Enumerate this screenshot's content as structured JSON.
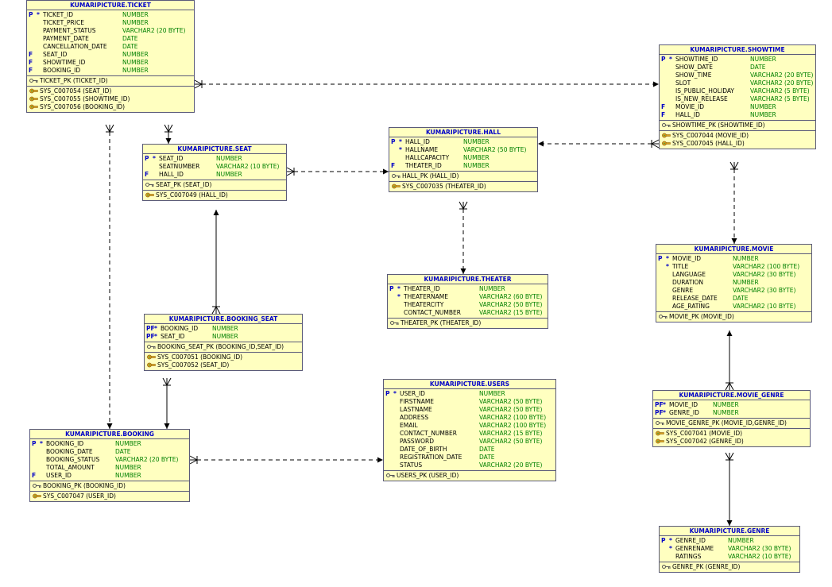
{
  "colors": {
    "entity_fill": "#ffffc0",
    "border": "#5a5a7a",
    "title": "#0000c8",
    "key_flag": "#0000c8",
    "column_name": "#000000",
    "data_type": "#008000",
    "relationship_line": "#000000"
  },
  "icons": {
    "primary_key": "key-icon",
    "foreign_key": "constraint-key-icon"
  },
  "entities": [
    {
      "id": "ticket",
      "title": "KUMARIPICTURE.TICKET",
      "columns": [
        {
          "key": "P",
          "req": "*",
          "name": "TICKET_ID",
          "type": "NUMBER"
        },
        {
          "key": "",
          "req": "",
          "name": "TICKET_PRICE",
          "type": "NUMBER"
        },
        {
          "key": "",
          "req": "",
          "name": "PAYMENT_STATUS",
          "type": "VARCHAR2 (20 BYTE)"
        },
        {
          "key": "",
          "req": "",
          "name": "PAYMENT_DATE",
          "type": "DATE"
        },
        {
          "key": "",
          "req": "",
          "name": "CANCELLATION_DATE",
          "type": "DATE"
        },
        {
          "key": "F",
          "req": "",
          "name": "SEAT_ID",
          "type": "NUMBER"
        },
        {
          "key": "F",
          "req": "",
          "name": "SHOWTIME_ID",
          "type": "NUMBER"
        },
        {
          "key": "F",
          "req": "",
          "name": "BOOKING_ID",
          "type": "NUMBER"
        }
      ],
      "pk": [
        "TICKET_PK (TICKET_ID)"
      ],
      "fks": [
        "SYS_C007054 (SEAT_ID)",
        "SYS_C007055 (SHOWTIME_ID)",
        "SYS_C007056 (BOOKING_ID)"
      ]
    },
    {
      "id": "showtime",
      "title": "KUMARIPICTURE.SHOWTIME",
      "columns": [
        {
          "key": "P",
          "req": "*",
          "name": "SHOWTIME_ID",
          "type": "NUMBER"
        },
        {
          "key": "",
          "req": "",
          "name": "SHOW_DATE",
          "type": "DATE"
        },
        {
          "key": "",
          "req": "",
          "name": "SHOW_TIME",
          "type": "VARCHAR2 (20 BYTE)"
        },
        {
          "key": "",
          "req": "",
          "name": "SLOT",
          "type": "VARCHAR2 (20 BYTE)"
        },
        {
          "key": "",
          "req": "",
          "name": "IS_PUBLIC_HOLIDAY",
          "type": "VARCHAR2 (5 BYTE)"
        },
        {
          "key": "",
          "req": "",
          "name": "IS_NEW_RELEASE",
          "type": "VARCHAR2 (5 BYTE)"
        },
        {
          "key": "F",
          "req": "",
          "name": "MOVIE_ID",
          "type": "NUMBER"
        },
        {
          "key": "F",
          "req": "",
          "name": "HALL_ID",
          "type": "NUMBER"
        }
      ],
      "pk": [
        "SHOWTIME_PK (SHOWTIME_ID)"
      ],
      "fks": [
        "SYS_C007044 (MOVIE_ID)",
        "SYS_C007045 (HALL_ID)"
      ]
    },
    {
      "id": "seat",
      "title": "KUMARIPICTURE.SEAT",
      "columns": [
        {
          "key": "P",
          "req": "*",
          "name": "SEAT_ID",
          "type": "NUMBER"
        },
        {
          "key": "",
          "req": "",
          "name": "SEATNUMBER",
          "type": "VARCHAR2 (10 BYTE)"
        },
        {
          "key": "F",
          "req": "",
          "name": "HALL_ID",
          "type": "NUMBER"
        }
      ],
      "pk": [
        "SEAT_PK (SEAT_ID)"
      ],
      "fks": [
        "SYS_C007049 (HALL_ID)"
      ]
    },
    {
      "id": "hall",
      "title": "KUMARIPICTURE.HALL",
      "columns": [
        {
          "key": "P",
          "req": "*",
          "name": "HALL_ID",
          "type": "NUMBER"
        },
        {
          "key": "",
          "req": "*",
          "name": "HALLNAME",
          "type": "VARCHAR2 (50 BYTE)"
        },
        {
          "key": "",
          "req": "",
          "name": "HALLCAPACITY",
          "type": "NUMBER"
        },
        {
          "key": "F",
          "req": "",
          "name": "THEATER_ID",
          "type": "NUMBER"
        }
      ],
      "pk": [
        "HALL_PK (HALL_ID)"
      ],
      "fks": [
        "SYS_C007035 (THEATER_ID)"
      ]
    },
    {
      "id": "theater",
      "title": "KUMARIPICTURE.THEATER",
      "columns": [
        {
          "key": "P",
          "req": "*",
          "name": "THEATER_ID",
          "type": "NUMBER"
        },
        {
          "key": "",
          "req": "*",
          "name": "THEATERNAME",
          "type": "VARCHAR2 (60 BYTE)"
        },
        {
          "key": "",
          "req": "",
          "name": "THEATERCITY",
          "type": "VARCHAR2 (50 BYTE)"
        },
        {
          "key": "",
          "req": "",
          "name": "CONTACT_NUMBER",
          "type": "VARCHAR2 (15 BYTE)"
        }
      ],
      "pk": [
        "THEATER_PK (THEATER_ID)"
      ],
      "fks": []
    },
    {
      "id": "movie",
      "title": "KUMARIPICTURE.MOVIE",
      "columns": [
        {
          "key": "P",
          "req": "*",
          "name": "MOVIE_ID",
          "type": "NUMBER"
        },
        {
          "key": "",
          "req": "*",
          "name": "TITLE",
          "type": "VARCHAR2 (100 BYTE)"
        },
        {
          "key": "",
          "req": "",
          "name": "LANGUAGE",
          "type": "VARCHAR2 (30 BYTE)"
        },
        {
          "key": "",
          "req": "",
          "name": "DURATION",
          "type": "NUMBER"
        },
        {
          "key": "",
          "req": "",
          "name": "GENRE",
          "type": "VARCHAR2 (30 BYTE)"
        },
        {
          "key": "",
          "req": "",
          "name": "RELEASE_DATE",
          "type": "DATE"
        },
        {
          "key": "",
          "req": "",
          "name": "AGE_RATING",
          "type": "VARCHAR2 (10 BYTE)"
        }
      ],
      "pk": [
        "MOVIE_PK (MOVIE_ID)"
      ],
      "fks": []
    },
    {
      "id": "booking_seat",
      "title": "KUMARIPICTURE.BOOKING_SEAT",
      "columns": [
        {
          "key": "PF",
          "req": "*",
          "name": "BOOKING_ID",
          "type": "NUMBER"
        },
        {
          "key": "PF",
          "req": "*",
          "name": "SEAT_ID",
          "type": "NUMBER"
        }
      ],
      "pk": [
        "BOOKING_SEAT_PK (BOOKING_ID,SEAT_ID)"
      ],
      "fks": [
        "SYS_C007051 (BOOKING_ID)",
        "SYS_C007052 (SEAT_ID)"
      ]
    },
    {
      "id": "users",
      "title": "KUMARIPICTURE.USERS",
      "columns": [
        {
          "key": "P",
          "req": "*",
          "name": "USER_ID",
          "type": "NUMBER"
        },
        {
          "key": "",
          "req": "",
          "name": "FIRSTNAME",
          "type": "VARCHAR2 (50 BYTE)"
        },
        {
          "key": "",
          "req": "",
          "name": "LASTNAME",
          "type": "VARCHAR2 (50 BYTE)"
        },
        {
          "key": "",
          "req": "",
          "name": "ADDRESS",
          "type": "VARCHAR2 (100 BYTE)"
        },
        {
          "key": "",
          "req": "",
          "name": "EMAIL",
          "type": "VARCHAR2 (100 BYTE)"
        },
        {
          "key": "",
          "req": "",
          "name": "CONTACT_NUMBER",
          "type": "VARCHAR2 (15 BYTE)"
        },
        {
          "key": "",
          "req": "",
          "name": "PASSWORD",
          "type": "VARCHAR2 (50 BYTE)"
        },
        {
          "key": "",
          "req": "",
          "name": "DATE_OF_BIRTH",
          "type": "DATE"
        },
        {
          "key": "",
          "req": "",
          "name": "REGISTRATION_DATE",
          "type": "DATE"
        },
        {
          "key": "",
          "req": "",
          "name": "STATUS",
          "type": "VARCHAR2 (20 BYTE)"
        }
      ],
      "pk": [
        "USERS_PK (USER_ID)"
      ],
      "fks": []
    },
    {
      "id": "booking",
      "title": "KUMARIPICTURE.BOOKING",
      "columns": [
        {
          "key": "P",
          "req": "*",
          "name": "BOOKING_ID",
          "type": "NUMBER"
        },
        {
          "key": "",
          "req": "",
          "name": "BOOKING_DATE",
          "type": "DATE"
        },
        {
          "key": "",
          "req": "",
          "name": "BOOKING_STATUS",
          "type": "VARCHAR2 (20 BYTE)"
        },
        {
          "key": "",
          "req": "",
          "name": "TOTAL_AMOUNT",
          "type": "NUMBER"
        },
        {
          "key": "F",
          "req": "",
          "name": "USER_ID",
          "type": "NUMBER"
        }
      ],
      "pk": [
        "BOOKING_PK (BOOKING_ID)"
      ],
      "fks": [
        "SYS_C007047 (USER_ID)"
      ]
    },
    {
      "id": "movie_genre",
      "title": "KUMARIPICTURE.MOVIE_GENRE",
      "columns": [
        {
          "key": "PF",
          "req": "*",
          "name": "MOVIE_ID",
          "type": "NUMBER"
        },
        {
          "key": "PF",
          "req": "*",
          "name": "GENRE_ID",
          "type": "NUMBER"
        }
      ],
      "pk": [
        "MOVIE_GENRE_PK (MOVIE_ID,GENRE_ID)"
      ],
      "fks": [
        "SYS_C007041 (MOVIE_ID)",
        "SYS_C007042 (GENRE_ID)"
      ]
    },
    {
      "id": "genre",
      "title": "KUMARIPICTURE.GENRE",
      "columns": [
        {
          "key": "P",
          "req": "*",
          "name": "GENRE_ID",
          "type": "NUMBER"
        },
        {
          "key": "",
          "req": "*",
          "name": "GENRENAME",
          "type": "VARCHAR2 (30 BYTE)"
        },
        {
          "key": "",
          "req": "",
          "name": "RATINGS",
          "type": "VARCHAR2 (10 BYTE)"
        }
      ],
      "pk": [
        "GENRE_PK (GENRE_ID)"
      ],
      "fks": []
    }
  ],
  "relationships": [
    {
      "from": "ticket",
      "to": "showtime",
      "identifying": false
    },
    {
      "from": "ticket",
      "to": "seat",
      "identifying": true
    },
    {
      "from": "ticket",
      "to": "booking",
      "identifying": false
    },
    {
      "from": "seat",
      "to": "hall",
      "identifying": false
    },
    {
      "from": "showtime",
      "to": "hall",
      "identifying": false
    },
    {
      "from": "hall",
      "to": "theater",
      "identifying": false
    },
    {
      "from": "showtime",
      "to": "movie",
      "identifying": false
    },
    {
      "from": "booking_seat",
      "to": "seat",
      "identifying": true
    },
    {
      "from": "booking_seat",
      "to": "booking",
      "identifying": true
    },
    {
      "from": "booking",
      "to": "users",
      "identifying": false
    },
    {
      "from": "movie_genre",
      "to": "movie",
      "identifying": true
    },
    {
      "from": "movie_genre",
      "to": "genre",
      "identifying": true
    }
  ]
}
